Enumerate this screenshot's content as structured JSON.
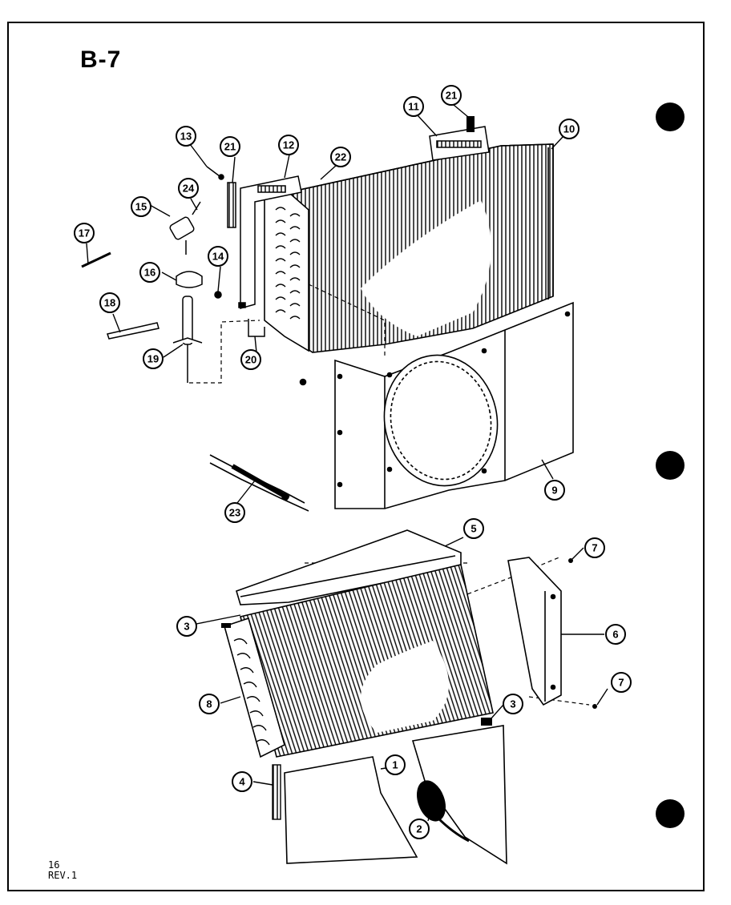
{
  "page_label": "B-7",
  "footer": {
    "page_number": "16",
    "revision": "REV.1"
  },
  "callouts": {
    "c1": "1",
    "c2": "2",
    "c3a": "3",
    "c3b": "3",
    "c4": "4",
    "c5": "5",
    "c6": "6",
    "c7a": "7",
    "c7b": "7",
    "c8": "8",
    "c9": "9",
    "c10": "10",
    "c11": "11",
    "c12": "12",
    "c13": "13",
    "c14": "14",
    "c15": "15",
    "c16": "16",
    "c17": "17",
    "c18": "18",
    "c19": "19",
    "c20": "20",
    "c21a": "21",
    "c21b": "21",
    "c22": "22",
    "c23": "23",
    "c24": "24"
  },
  "colors": {
    "ink": "#000000",
    "paper": "#ffffff"
  }
}
